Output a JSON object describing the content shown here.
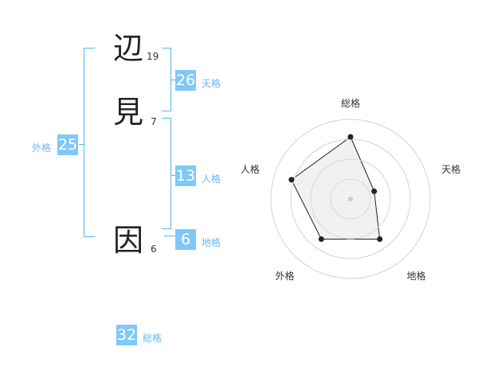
{
  "name": {
    "chars": [
      {
        "char": "辺",
        "strokes": "19"
      },
      {
        "char": "見",
        "strokes": "7"
      },
      {
        "char": "因",
        "strokes": "6"
      }
    ]
  },
  "fortunes": {
    "tenkaku": {
      "value": "26",
      "label": "天格"
    },
    "jinkaku": {
      "value": "13",
      "label": "人格"
    },
    "chikaku": {
      "value": "6",
      "label": "地格"
    },
    "gaikaku": {
      "value": "25",
      "label": "外格"
    },
    "soukaku": {
      "value": "32",
      "label": "総格"
    }
  },
  "colors": {
    "accent": "#7fc8f8",
    "bracket": "#5bb4ec",
    "radar_fill": "#efefef"
  },
  "chart_data": {
    "type": "radar",
    "axes": [
      "総格",
      "天格",
      "地格",
      "外格",
      "人格"
    ],
    "values": [
      5,
      2,
      4,
      4,
      5
    ],
    "rmax": 5,
    "rings": 4
  }
}
